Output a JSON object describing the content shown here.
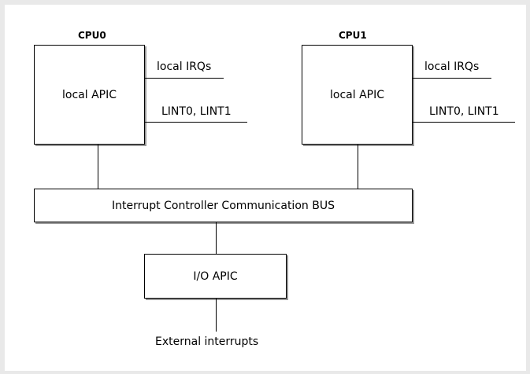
{
  "cpu0": {
    "title": "CPU0",
    "box_label": "local APIC",
    "irq_label": "local IRQs",
    "lint_label": "LINT0, LINT1"
  },
  "cpu1": {
    "title": "CPU1",
    "box_label": "local APIC",
    "irq_label": "local IRQs",
    "lint_label": "LINT0, LINT1"
  },
  "bus": {
    "label": "Interrupt Controller Communication BUS"
  },
  "ioapic": {
    "label": "I/O APIC"
  },
  "external": {
    "label": "External interrupts"
  },
  "colors": {
    "line": "#000000",
    "shadow": "#9a9a9a",
    "background": "#ffffff"
  }
}
